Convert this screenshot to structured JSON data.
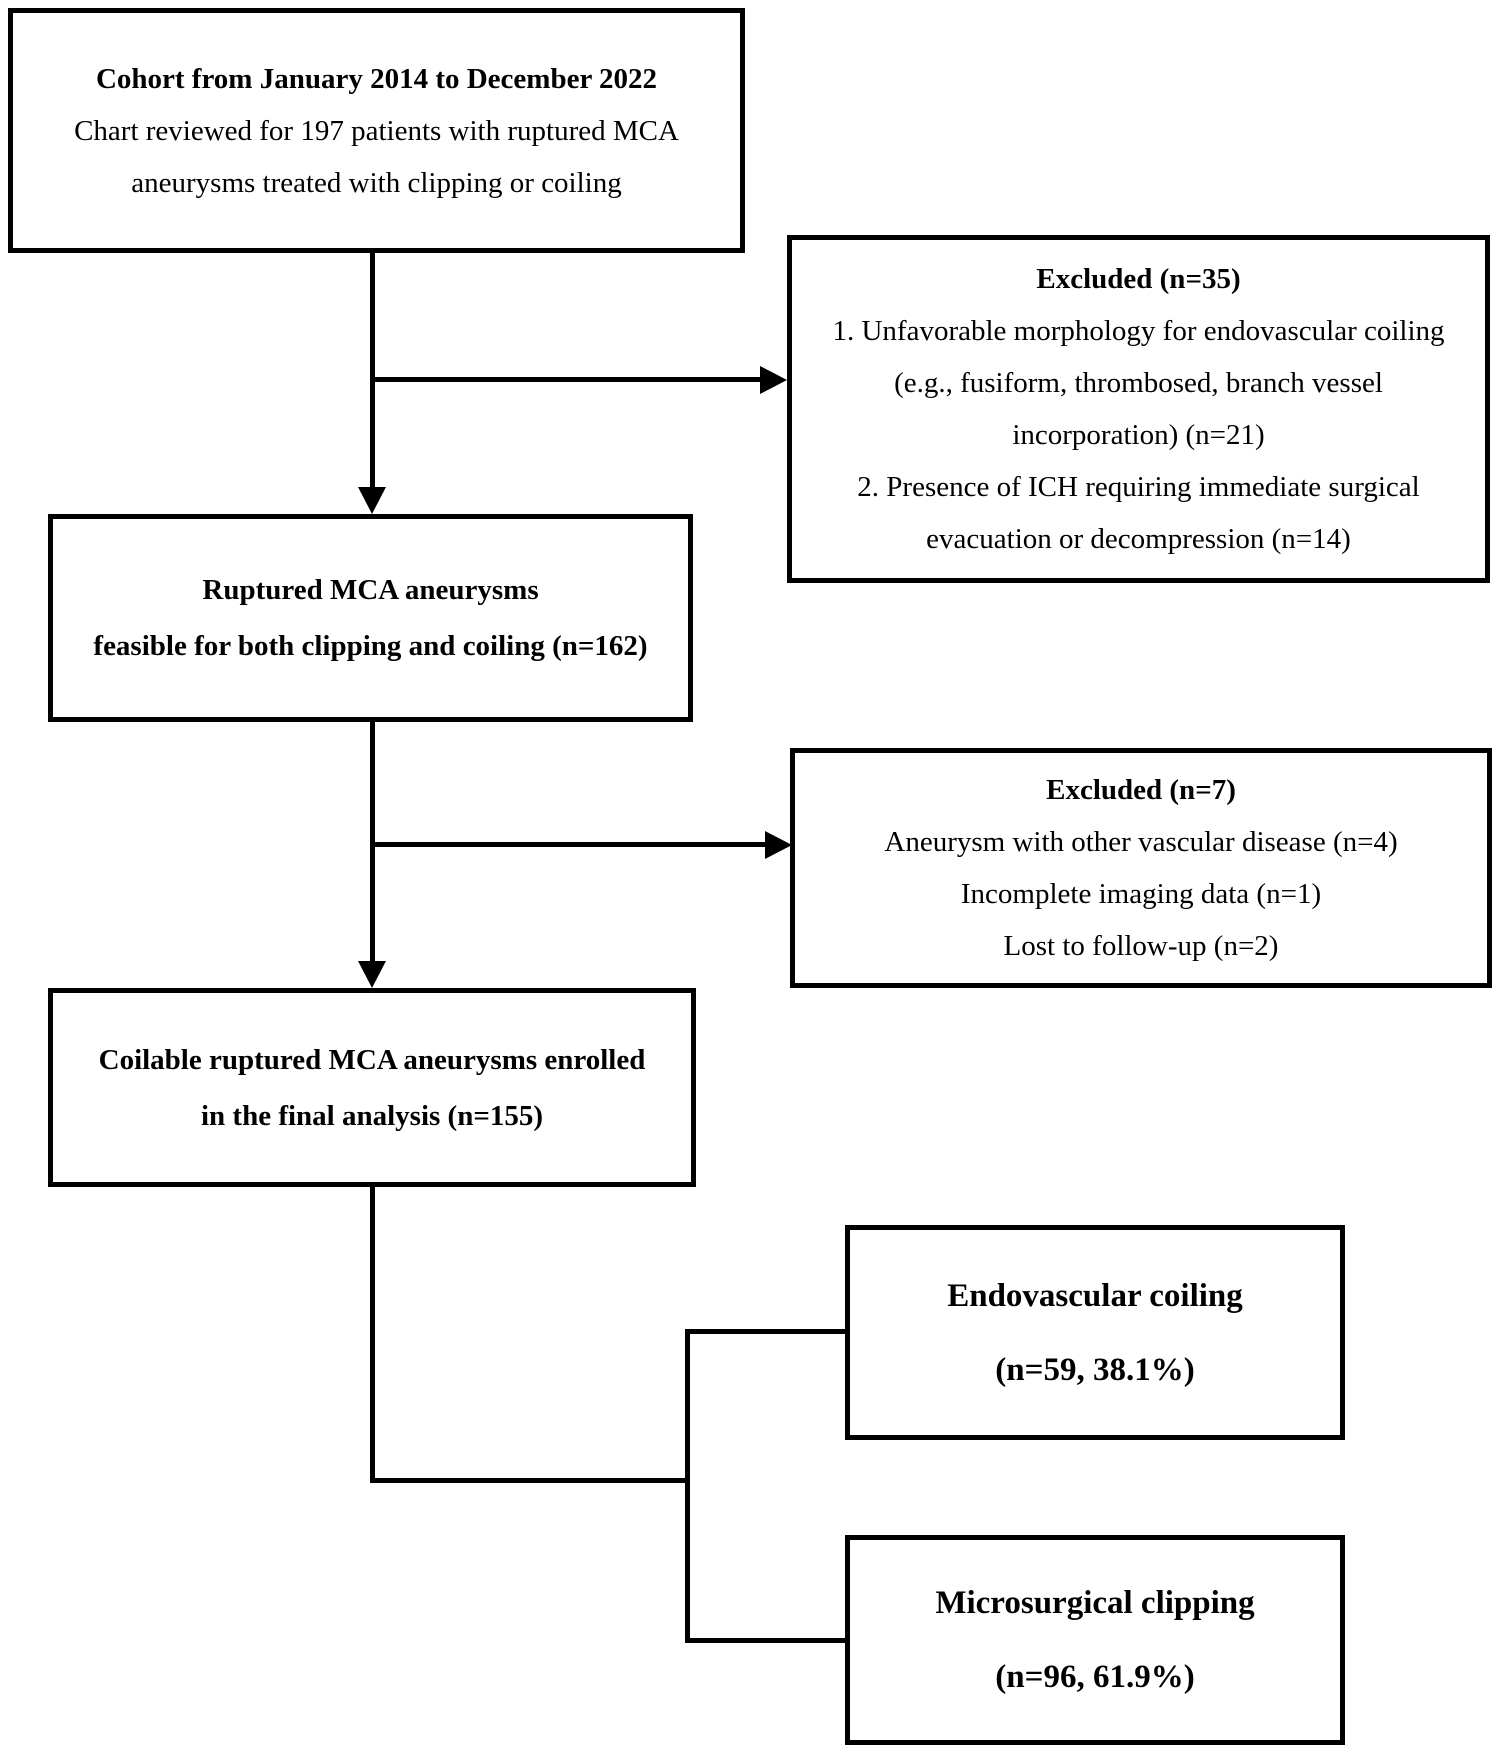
{
  "figure": {
    "background": "#ffffff",
    "line_color": "#000000",
    "text_color": "#000000",
    "boxes": {
      "cohort": {
        "title": "Cohort from January 2014 to December 2022",
        "body_line1": "Chart reviewed for 197 patients with ruptured MCA",
        "body_line2": "aneurysms treated with clipping or coiling"
      },
      "excluded1": {
        "title": "Excluded (n=35)",
        "line1": "1. Unfavorable morphology for endovascular coiling",
        "line2": "(e.g., fusiform, thrombosed, branch vessel",
        "line3": "incorporation) (n=21)",
        "line4": "2. Presence of ICH requiring immediate surgical",
        "line5": "evacuation or decompression (n=14)"
      },
      "feasible": {
        "line1": "Ruptured MCA aneurysms",
        "line2": "feasible for both clipping and coiling (n=162)"
      },
      "excluded2": {
        "title": "Excluded (n=7)",
        "line1": "Aneurysm with other vascular disease (n=4)",
        "line2": "Incomplete imaging data (n=1)",
        "line3": "Lost to follow-up (n=2)"
      },
      "enrolled": {
        "line1": "Coilable ruptured MCA aneurysms enrolled",
        "line2": "in the final analysis (n=155)"
      },
      "coiling": {
        "line1": "Endovascular coiling",
        "line2": "(n=59, 38.1%)"
      },
      "clipping": {
        "line1": "Microsurgical clipping",
        "line2": "(n=96, 61.9%)"
      }
    }
  }
}
